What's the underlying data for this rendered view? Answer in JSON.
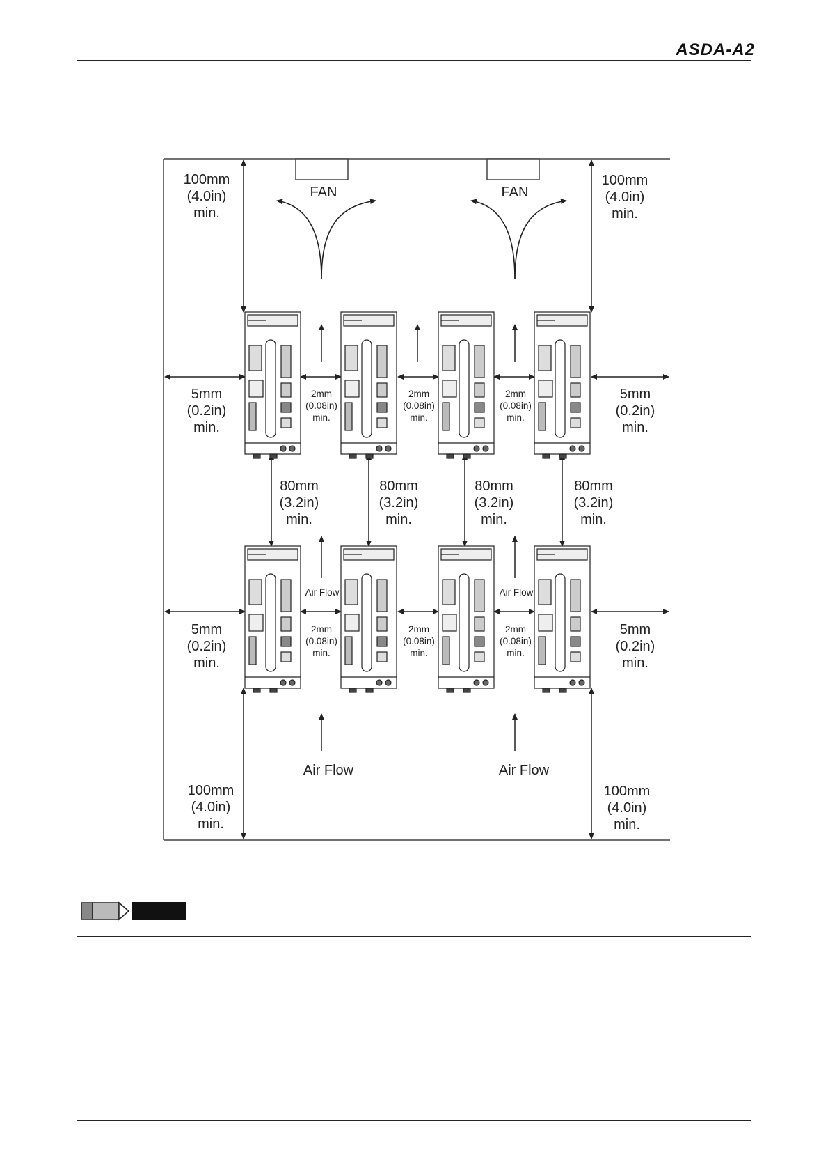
{
  "header": {
    "brand": "ASDA-A2"
  },
  "diagram": {
    "fan_label": "FAN",
    "top_clearance": [
      "100mm",
      "(4.0in)",
      "min."
    ],
    "bottom_clearance": [
      "100mm",
      "(4.0in)",
      "min."
    ],
    "side_clearance": [
      "5mm",
      "(0.2in)",
      "min."
    ],
    "gap_clearance": [
      "2mm",
      "(0.08in)",
      "min."
    ],
    "row_clearance": [
      "80mm",
      "(3.2in)",
      "min."
    ],
    "air_flow_label": "Air Flow"
  },
  "note": {
    "icon": "pencil-note-icon"
  }
}
